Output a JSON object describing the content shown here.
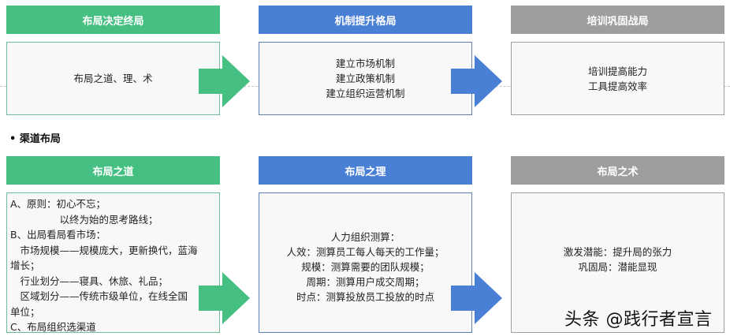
{
  "top_row": {
    "stages": [
      {
        "title": "布局决定终局",
        "lines": [
          "布局之道、理、术"
        ],
        "color": "#45c082"
      },
      {
        "title": "机制提升格局",
        "lines": [
          "建立市场机制",
          "建立政策机制",
          "建立组织运营机制"
        ],
        "color": "#4a7fd6"
      },
      {
        "title": "培训巩固战局",
        "lines": [
          "培训提高能力",
          "工具提高效率"
        ],
        "color": "#9e9e9e"
      }
    ]
  },
  "section_title": "• 渠道布局",
  "bottom_row": {
    "stages": [
      {
        "title": "布局之道",
        "lines": [
          "A、原则：初心不忘；",
          "　　　　　以终为始的思考路线；",
          "B、出局看局看市场：",
          "　市场规模——规模庞大，更新换代，蓝海",
          "增长；",
          "　行业划分——寝具、休旅、礼品；",
          "　区域划分——传统市级单位，在线全国",
          "单位；",
          "C、布局组织选渠道"
        ],
        "color": "#45c082"
      },
      {
        "title": "布局之理",
        "lines": [
          "人力组织测算：",
          "人效：测算员工每人每天的工作量；",
          "规模：测算需要的团队规模；",
          "周期：测算用户成交周期；",
          "时点：测算投放员工投放的时点"
        ],
        "color": "#4a7fd6"
      },
      {
        "title": "布局之术",
        "lines": [
          "激发潜能：提升局的张力",
          "巩固局：潜能显现"
        ],
        "color": "#9e9e9e"
      }
    ]
  },
  "watermark": "头条 @践行者宣言"
}
